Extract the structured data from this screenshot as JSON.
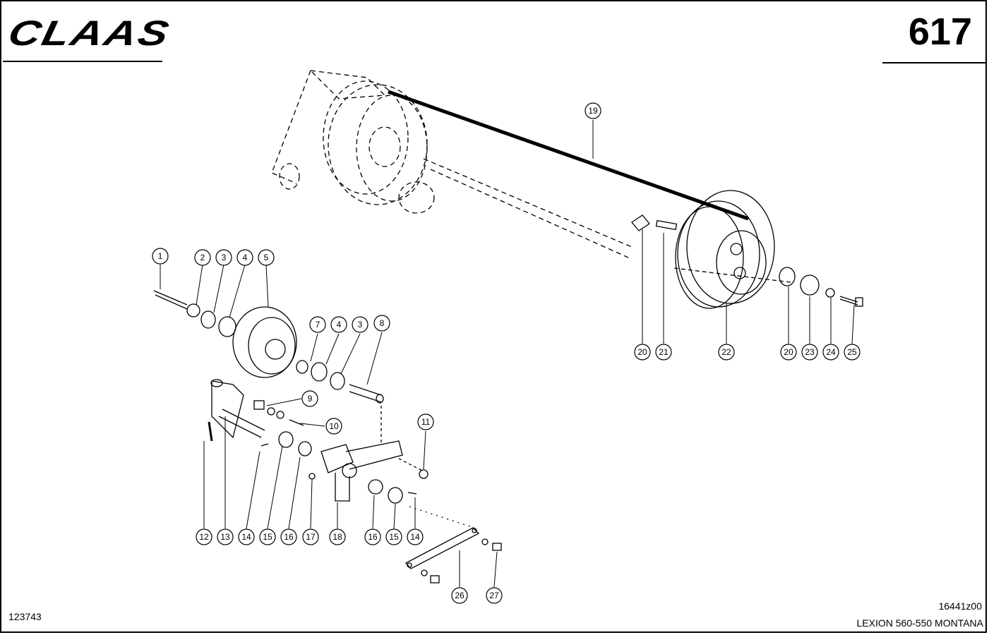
{
  "header": {
    "brand": "CLAAS",
    "page_number": "617"
  },
  "footer": {
    "left_code": "123743",
    "drawing_code": "16441z00",
    "model": "LEXION 560-550 MONTANA"
  },
  "callouts": [
    {
      "id": "c1",
      "label": "1"
    },
    {
      "id": "c2",
      "label": "2"
    },
    {
      "id": "c3a",
      "label": "3"
    },
    {
      "id": "c4a",
      "label": "4"
    },
    {
      "id": "c5",
      "label": "5"
    },
    {
      "id": "c7",
      "label": "7"
    },
    {
      "id": "c4b",
      "label": "4"
    },
    {
      "id": "c3b",
      "label": "3"
    },
    {
      "id": "c8",
      "label": "8"
    },
    {
      "id": "c9",
      "label": "9"
    },
    {
      "id": "c10",
      "label": "10"
    },
    {
      "id": "c11",
      "label": "11"
    },
    {
      "id": "c12",
      "label": "12"
    },
    {
      "id": "c13",
      "label": "13"
    },
    {
      "id": "c14a",
      "label": "14"
    },
    {
      "id": "c15a",
      "label": "15"
    },
    {
      "id": "c16a",
      "label": "16"
    },
    {
      "id": "c17",
      "label": "17"
    },
    {
      "id": "c18",
      "label": "18"
    },
    {
      "id": "c16b",
      "label": "16"
    },
    {
      "id": "c15b",
      "label": "15"
    },
    {
      "id": "c14b",
      "label": "14"
    },
    {
      "id": "c19",
      "label": "19"
    },
    {
      "id": "c20a",
      "label": "20"
    },
    {
      "id": "c21",
      "label": "21"
    },
    {
      "id": "c22",
      "label": "22"
    },
    {
      "id": "c20b",
      "label": "20"
    },
    {
      "id": "c23",
      "label": "23"
    },
    {
      "id": "c24",
      "label": "24"
    },
    {
      "id": "c25",
      "label": "25"
    },
    {
      "id": "c26",
      "label": "26"
    },
    {
      "id": "c27",
      "label": "27"
    }
  ]
}
